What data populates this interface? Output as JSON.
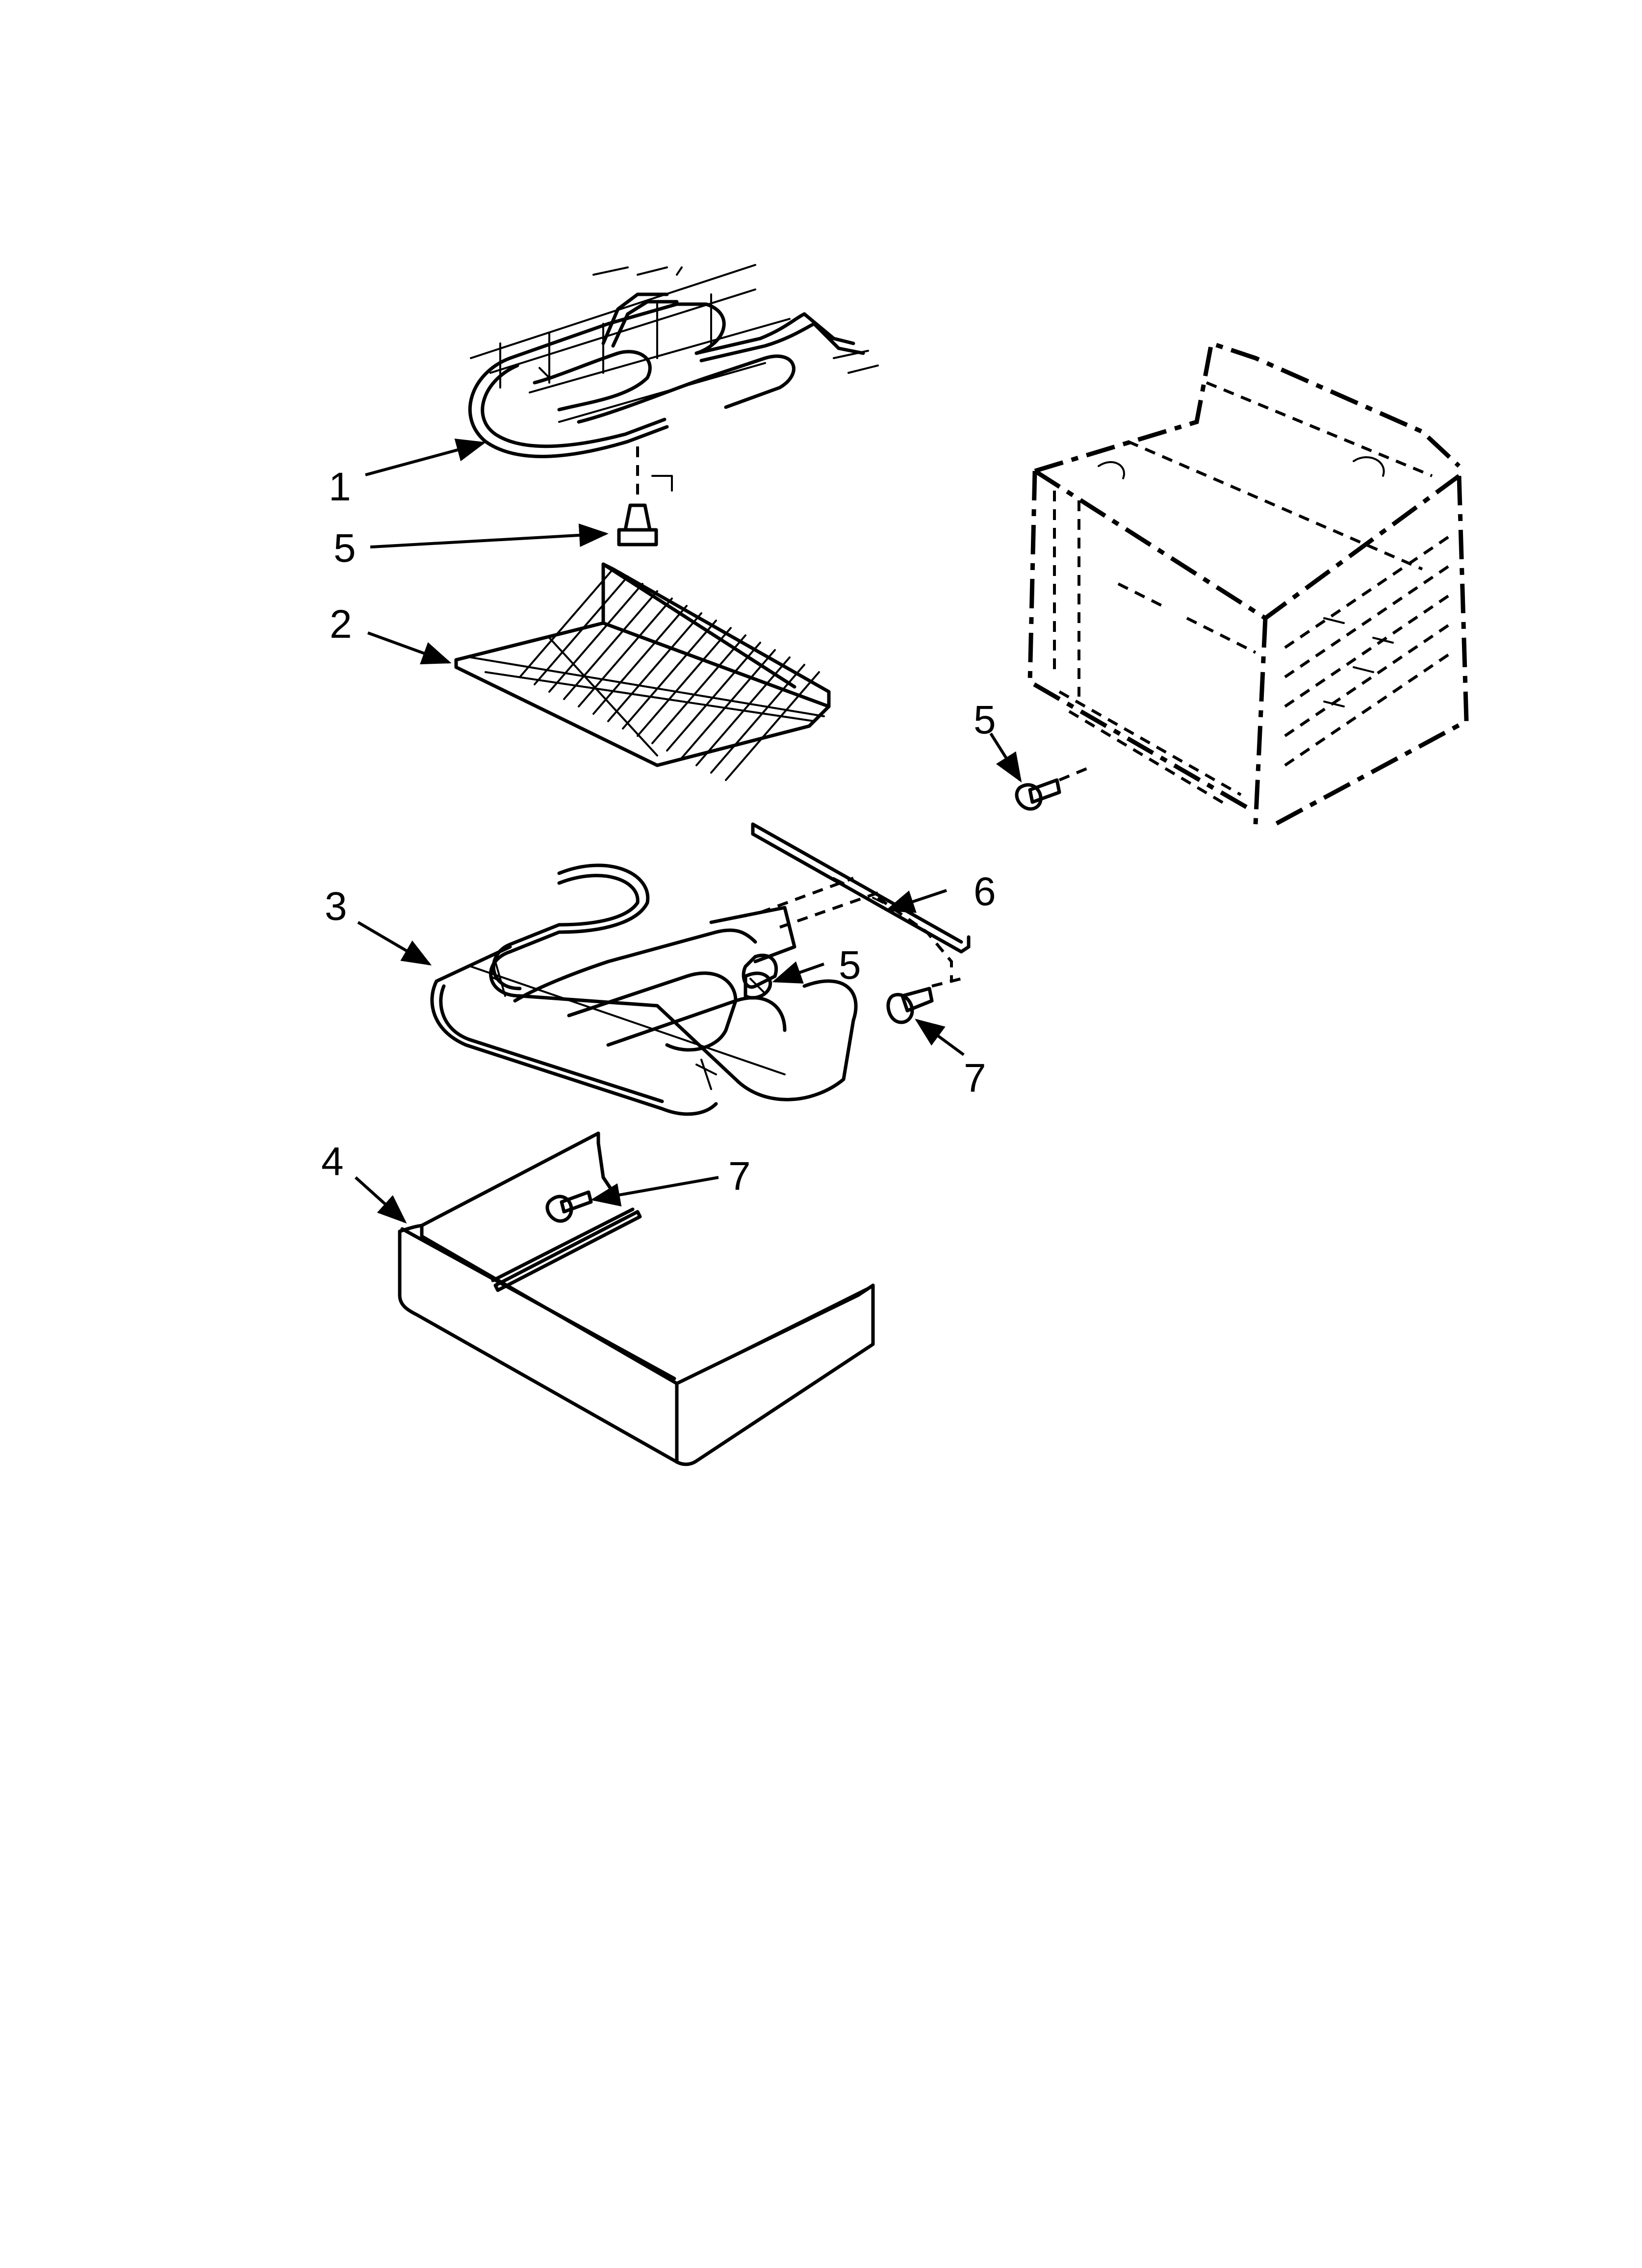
{
  "diagram": {
    "callouts": {
      "c1": "1",
      "c5a": "5",
      "c2": "2",
      "c3": "3",
      "c5b": "5",
      "c6": "6",
      "c7a": "7",
      "c4": "4",
      "c7b": "7",
      "c5c": "5"
    }
  }
}
